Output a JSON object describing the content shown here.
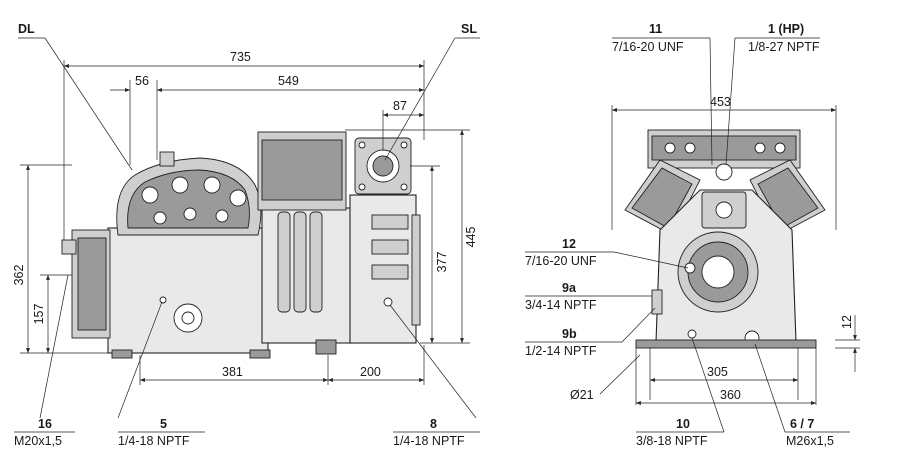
{
  "side_view": {
    "label_dl": "DL",
    "label_sl": "SL",
    "dim_735": "735",
    "dim_56": "56",
    "dim_549": "549",
    "dim_87": "87",
    "dim_362": "362",
    "dim_157": "157",
    "dim_445": "445",
    "dim_377": "377",
    "dim_381": "381",
    "dim_200": "200",
    "conn_16_num": "16",
    "conn_16_spec": "M20x1,5",
    "conn_5_num": "5",
    "conn_5_spec": "1/4-18 NPTF",
    "conn_8_num": "8",
    "conn_8_spec": "1/4-18 NPTF"
  },
  "front_view": {
    "conn_11_num": "11",
    "conn_11_spec": "7/16-20 UNF",
    "conn_1_num": "1 (HP)",
    "conn_1_spec": "1/8-27 NPTF",
    "dim_453": "453",
    "conn_12_num": "12",
    "conn_12_spec": "7/16-20 UNF",
    "conn_9a_num": "9a",
    "conn_9a_spec": "3/4-14 NPTF",
    "conn_9b_num": "9b",
    "conn_9b_spec": "1/2-14 NPTF",
    "dim_12": "12",
    "dim_305": "305",
    "dim_360": "360",
    "dim_d21": "Ø21",
    "conn_10_num": "10",
    "conn_10_spec": "3/8-18 NPTF",
    "conn_67_num": "6 / 7",
    "conn_67_spec": "M26x1,5"
  }
}
